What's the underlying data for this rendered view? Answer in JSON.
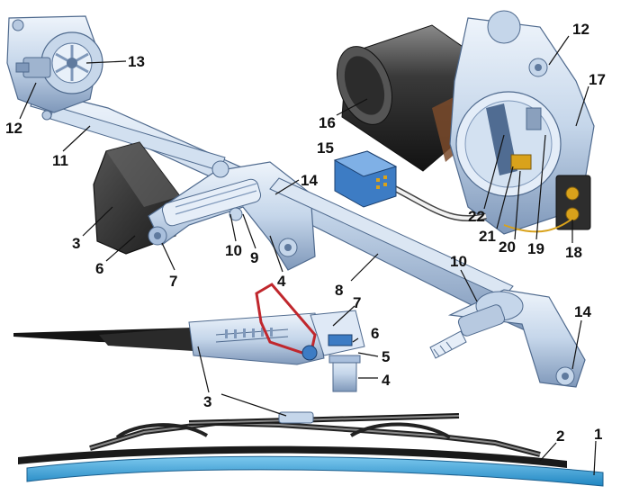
{
  "colors": {
    "metal_light": "#dfe9f6",
    "metal_mid": "#a9bfdc",
    "metal_dark": "#5f7a9e",
    "motor_dark": "#2f2f2f",
    "gearbox_dark": "#2a2a2a",
    "connector_blue": "#3d7cc4",
    "blade_blue": "#2a9fd6",
    "linkage_red": "#c0272d",
    "brass": "#d9a21b",
    "wire_white": "#f2f2f2"
  },
  "callouts": [
    {
      "id": "c12a",
      "text": "12"
    },
    {
      "id": "c13",
      "text": "13"
    },
    {
      "id": "c11",
      "text": "11"
    },
    {
      "id": "c3a",
      "text": "3"
    },
    {
      "id": "c6a",
      "text": "6"
    },
    {
      "id": "c7a",
      "text": "7"
    },
    {
      "id": "c10a",
      "text": "10"
    },
    {
      "id": "c9",
      "text": "9"
    },
    {
      "id": "c4a",
      "text": "4"
    },
    {
      "id": "c14a",
      "text": "14"
    },
    {
      "id": "c8",
      "text": "8"
    },
    {
      "id": "c12b",
      "text": "12"
    },
    {
      "id": "c17",
      "text": "17"
    },
    {
      "id": "c16",
      "text": "16"
    },
    {
      "id": "c15",
      "text": "15"
    },
    {
      "id": "c22",
      "text": "22"
    },
    {
      "id": "c21",
      "text": "21"
    },
    {
      "id": "c20",
      "text": "20"
    },
    {
      "id": "c19",
      "text": "19"
    },
    {
      "id": "c18",
      "text": "18"
    },
    {
      "id": "c10b",
      "text": "10"
    },
    {
      "id": "c14b",
      "text": "14"
    },
    {
      "id": "c7b",
      "text": "7"
    },
    {
      "id": "c6b",
      "text": "6"
    },
    {
      "id": "c5",
      "text": "5"
    },
    {
      "id": "c4b",
      "text": "4"
    },
    {
      "id": "c3b",
      "text": "3"
    },
    {
      "id": "c2",
      "text": "2"
    },
    {
      "id": "c1",
      "text": "1"
    }
  ]
}
